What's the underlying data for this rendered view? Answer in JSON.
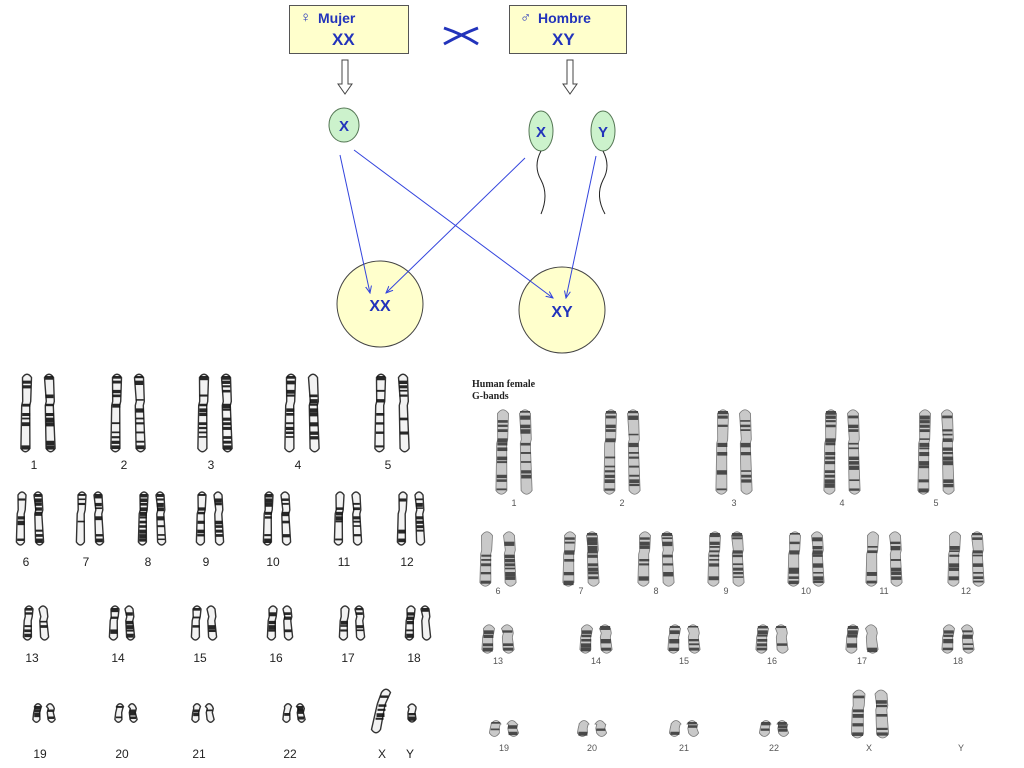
{
  "cross": {
    "female": {
      "symbol": "♀",
      "label": "Mujer",
      "genotype": "XX"
    },
    "male": {
      "symbol": "♂",
      "label": "Hombre",
      "genotype": "XY"
    },
    "cross_symbol": "×",
    "gametes": {
      "female_x": "X",
      "male_x": "X",
      "male_y": "Y"
    },
    "offspring": {
      "female": "XX",
      "male": "XY"
    }
  },
  "karyotype_left": {
    "labels": [
      "1",
      "2",
      "3",
      "4",
      "5",
      "6",
      "7",
      "8",
      "9",
      "10",
      "11",
      "12",
      "13",
      "14",
      "15",
      "16",
      "17",
      "18",
      "19",
      "20",
      "21",
      "22",
      "X",
      "Y"
    ]
  },
  "karyotype_right": {
    "title_line1": "Human female",
    "title_line2": "G-bands",
    "labels": [
      "1",
      "2",
      "3",
      "4",
      "5",
      "6",
      "7",
      "8",
      "9",
      "10",
      "11",
      "12",
      "13",
      "14",
      "15",
      "16",
      "17",
      "18",
      "19",
      "20",
      "21",
      "22",
      "X",
      "Y"
    ]
  },
  "colors": {
    "box_fill": "#ffffcc",
    "gamete_fill": "#ccf2cc",
    "zygote_fill": "#ffffcc",
    "arrow": "#3344dd",
    "text_blue": "#2233bb"
  }
}
